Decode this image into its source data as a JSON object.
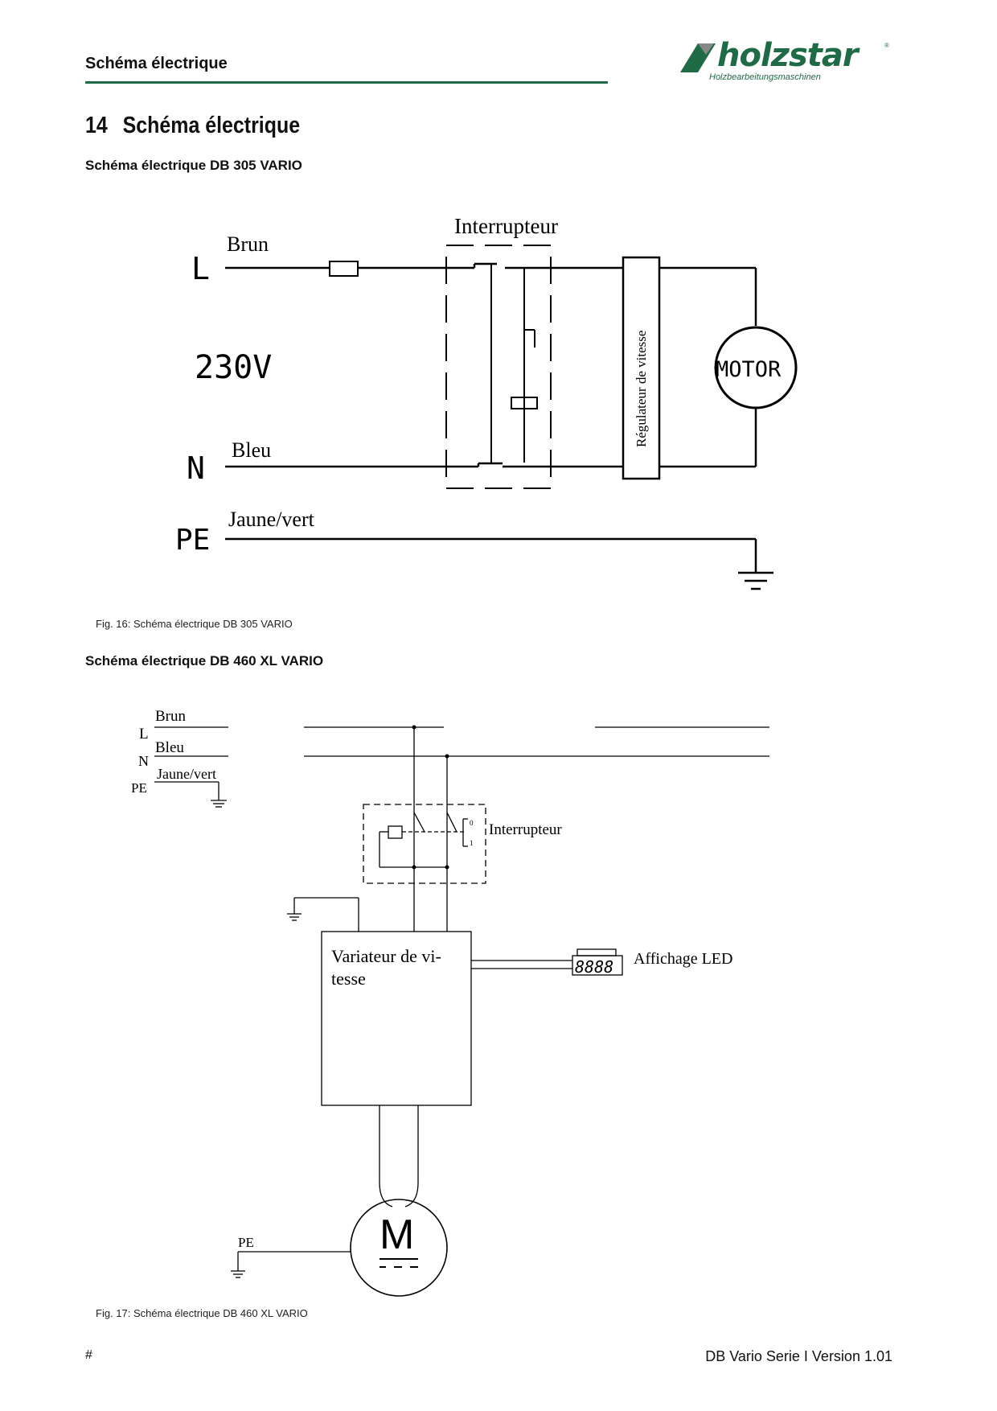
{
  "header": {
    "title": "Schéma électrique"
  },
  "logo": {
    "brand": "holzstar",
    "tagline": "Holzbearbeitungsmaschinen",
    "reg": "®"
  },
  "section": {
    "number": "14",
    "title": "Schéma électrique"
  },
  "diagram1": {
    "heading": "Schéma électrique DB 305 VARIO",
    "labels": {
      "L": "L",
      "N": "N",
      "PE": "PE",
      "voltage": "230V",
      "brun": "Brun",
      "bleu": "Bleu",
      "jaune_vert": "Jaune/vert",
      "interrupteur": "Interrupteur",
      "regulateur": "Régulateur de vitesse",
      "motor": "MOTOR"
    },
    "caption": "Fig. 16: Schéma électrique  DB 305 VARIO"
  },
  "diagram2": {
    "heading": "Schéma électrique DB 460 XL VARIO",
    "labels": {
      "L": "L",
      "N": "N",
      "PE": "PE",
      "PE_motor": "PE",
      "brun": "Brun",
      "bleu": "Bleu",
      "jaune_vert": "Jaune/vert",
      "interrupteur": "Interrupteur",
      "switch_0": "0",
      "switch_1": "1",
      "variateur_line1": "Variateur de vi-",
      "variateur_line2": "tesse",
      "led_label": "Affichage LED",
      "led_digits": "8888",
      "motor": "M"
    },
    "caption": "Fig. 17: Schéma électrique  DB 460 XL VARIO"
  },
  "footer": {
    "page": "#",
    "version": "DB Vario Serie I Version 1.01"
  }
}
